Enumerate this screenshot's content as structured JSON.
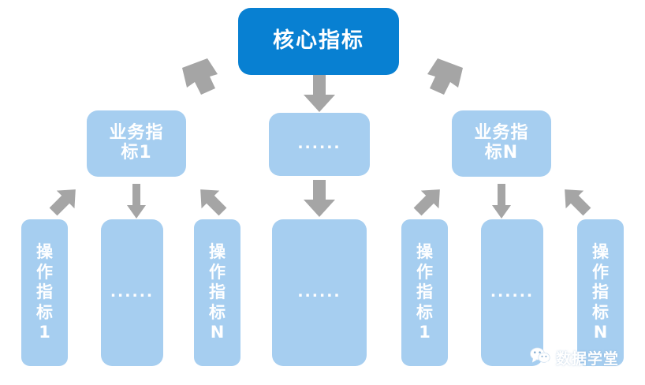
{
  "diagram": {
    "type": "hierarchy-tree",
    "title_text": "核心指标",
    "levels": [
      {
        "name": "core",
        "nodes": [
          {
            "id": "core",
            "label": "核心指标",
            "color": "#0880D2",
            "text_color": "#ffffff"
          }
        ]
      },
      {
        "name": "business",
        "nodes": [
          {
            "id": "biz-1",
            "label": "业务指\n标1",
            "color": "#A6CEF0",
            "text_color": "#ffffff"
          },
          {
            "id": "biz-mid",
            "label": "......",
            "color": "#A6CEF0",
            "text_color": "#ffffff"
          },
          {
            "id": "biz-n",
            "label": "业务指\n标N",
            "color": "#A6CEF0",
            "text_color": "#ffffff"
          }
        ]
      },
      {
        "name": "operation",
        "nodes": [
          {
            "id": "op-1",
            "label": "操作指标1",
            "color": "#A6CEF0",
            "text_color": "#ffffff"
          },
          {
            "id": "op-dots-left",
            "label": "......",
            "color": "#A6CEF0",
            "text_color": "#ffffff"
          },
          {
            "id": "op-n-left",
            "label": "操作指标N",
            "color": "#A6CEF0",
            "text_color": "#ffffff"
          },
          {
            "id": "op-dots-mid",
            "label": "......",
            "color": "#A6CEF0",
            "text_color": "#ffffff"
          },
          {
            "id": "op-1-right",
            "label": "操作指标1",
            "color": "#A6CEF0",
            "text_color": "#ffffff"
          },
          {
            "id": "op-dots-right",
            "label": "......",
            "color": "#A6CEF0",
            "text_color": "#ffffff"
          },
          {
            "id": "op-n-right",
            "label": "操作指标N",
            "color": "#A6CEF0",
            "text_color": "#ffffff"
          }
        ]
      }
    ],
    "arrow_color": "#A5A5A5"
  },
  "labels": {
    "core": "核心指标",
    "biz_1_line1": "业务指",
    "biz_1_line2": "标1",
    "biz_mid": "......",
    "biz_n_line1": "业务指",
    "biz_n_line2": "标N",
    "op_1": "操作指标1",
    "op_n": "操作指标N",
    "op_1_right": "操作指标1",
    "op_n_right": "操作指标N",
    "dots_left": "......",
    "dots_mid": "......",
    "dots_right": "......"
  },
  "watermark": {
    "text": "数据学堂",
    "icon": "wechat-icon",
    "color": "#ffffff"
  },
  "colors": {
    "core_blue": "#0880D2",
    "light_blue": "#A6CEF0",
    "arrow_gray": "#A5A5A5",
    "background": "#ffffff"
  }
}
